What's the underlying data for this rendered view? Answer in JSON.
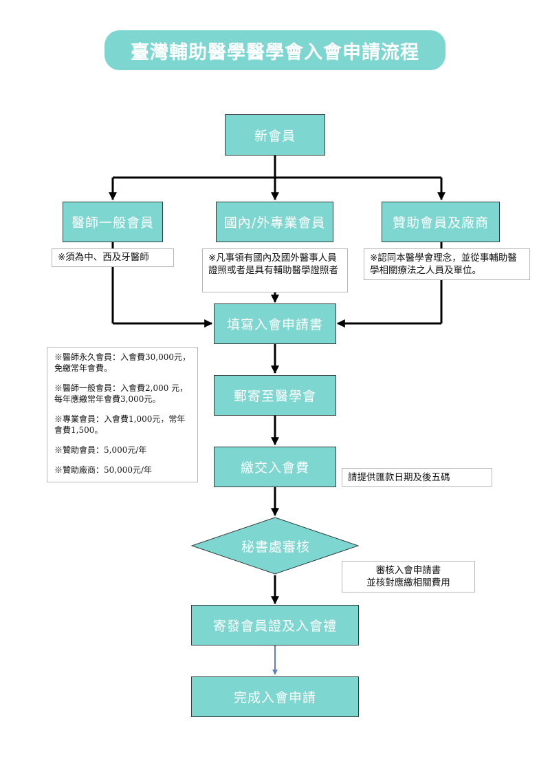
{
  "title": "臺灣輔助醫學醫學會入會申請流程",
  "nodes": {
    "new_member": "新會員",
    "general_member": "醫師一般會員",
    "professional_member": "國內/外專業會員",
    "sponsor_member": "贊助會員及廠商",
    "fill_form": "填寫入會申請書",
    "mail": "郵寄至醫學會",
    "pay_fee": "繳交入會費",
    "secretariat_review": "秘書處審核",
    "send_certificate": "寄發會員證及入會禮",
    "complete": "完成入會申請"
  },
  "notes": {
    "general_member_note": "※須為中、西及牙醫師",
    "professional_member_note": "※凡事領有國內及國外醫事人員證照或者是具有輔助醫學證照者",
    "sponsor_member_note": "※認同本醫學會理念，並從事輔助醫學相關療法之人員及單位。",
    "pay_fee_note": "請提供匯款日期及後五碼",
    "review_note_line1": "審核入會申請書",
    "review_note_line2": "並核對應繳相關費用"
  },
  "fees": [
    "※醫師永久會員：入會費30,000元，免繳常年會費。",
    "※醫師一般會員：入會費2,000 元，每年應繳常年會費3,000元。",
    "※專業會員：入會費1,000元，常年會費1,500。",
    "※贊助會員：5,000元/年",
    "※贊助廠商：50,000元/年"
  ],
  "colors": {
    "node_fill": "#7dd6cf",
    "node_text": "#ffffff",
    "arrow": "#000000",
    "final_arrow": "#5b7fc0"
  }
}
